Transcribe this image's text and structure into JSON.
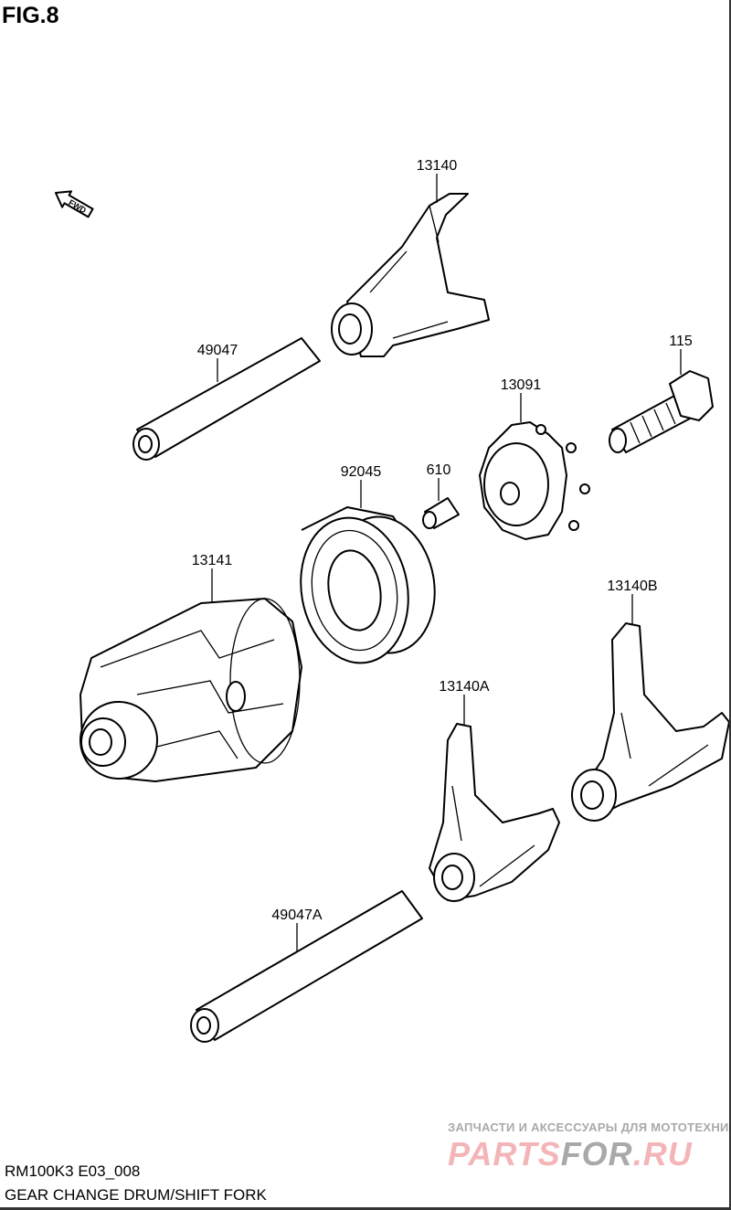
{
  "figure": {
    "title": "FIG.8",
    "fwd_label": "FWD"
  },
  "parts": [
    {
      "number": "13140"
    },
    {
      "number": "49047"
    },
    {
      "number": "115"
    },
    {
      "number": "13091"
    },
    {
      "number": "92045"
    },
    {
      "number": "610"
    },
    {
      "number": "13141"
    },
    {
      "number": "13140B"
    },
    {
      "number": "13140A"
    },
    {
      "number": "49047A"
    }
  ],
  "footer": {
    "code": "RM100K3 E03_008",
    "title": "GEAR CHANGE DRUM/SHIFT FORK"
  },
  "watermark": {
    "subtitle": "ЗАПЧАСТИ И АКСЕССУАРЫ ДЛЯ МОТОТЕХНИКИ",
    "logo_a": "PARTS",
    "logo_b": "FOR",
    "logo_c": ".RU"
  }
}
